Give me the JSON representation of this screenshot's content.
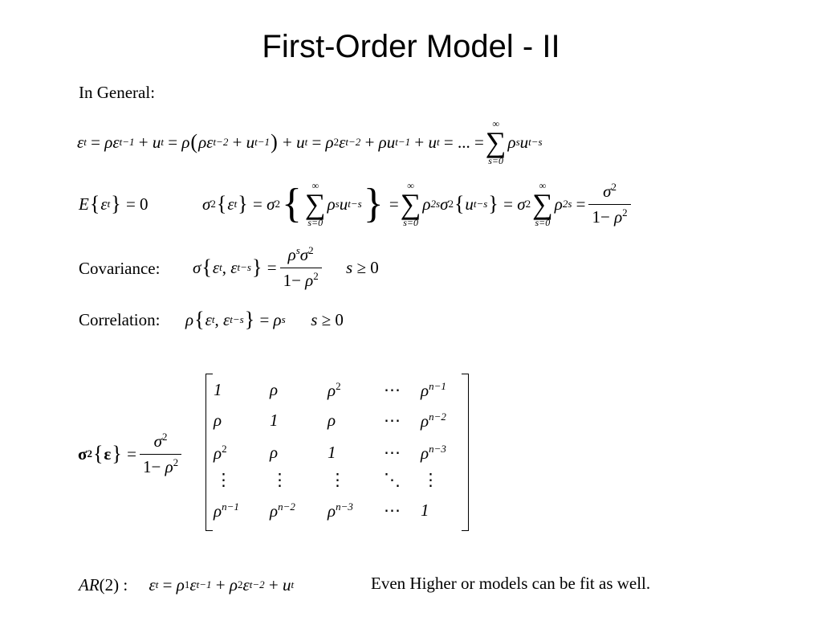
{
  "title": "First-Order Model - II",
  "in_general_label": "In General:",
  "covariance_label": "Covariance:",
  "correlation_label": "Correlation:",
  "even_higher_text": "Even Higher or models can be fit as well.",
  "equations": {
    "general": "εt = ρεt−1 + ut = ρ(ρεt−2 + ut−1) + ut = ρ²εt−2 + ρut−1 + ut = ... = Σ(s=0..∞) ρ^s ut−s",
    "expectation": "E{εt} = 0",
    "variance": "σ²{εt} = σ²{Σ(s=0..∞) ρ^s ut−s} = Σ(s=0..∞) ρ^(2s) σ²{ut−s} = σ² Σ(s=0..∞) ρ^(2s) = σ²/(1−ρ²)",
    "covariance": "σ{εt, εt−s} = ρ^s σ²/(1−ρ²)   s ≥ 0",
    "correlation": "ρ{εt, εt−s} = ρ^s   s ≥ 0",
    "matrix_lhs": "σ²{ε} = σ²/(1−ρ²)",
    "matrix": [
      [
        "1",
        "ρ",
        "ρ²",
        "⋯",
        "ρ^(n−1)"
      ],
      [
        "ρ",
        "1",
        "ρ",
        "⋯",
        "ρ^(n−2)"
      ],
      [
        "ρ²",
        "ρ",
        "1",
        "⋯",
        "ρ^(n−3)"
      ],
      [
        "⋮",
        "⋮",
        "⋮",
        "⋱",
        "⋮"
      ],
      [
        "ρ^(n−1)",
        "ρ^(n−2)",
        "ρ^(n−3)",
        "⋯",
        "1"
      ]
    ],
    "ar2": "AR(2): εt = ρ1εt−1 + ρ2εt−2 + ut"
  }
}
